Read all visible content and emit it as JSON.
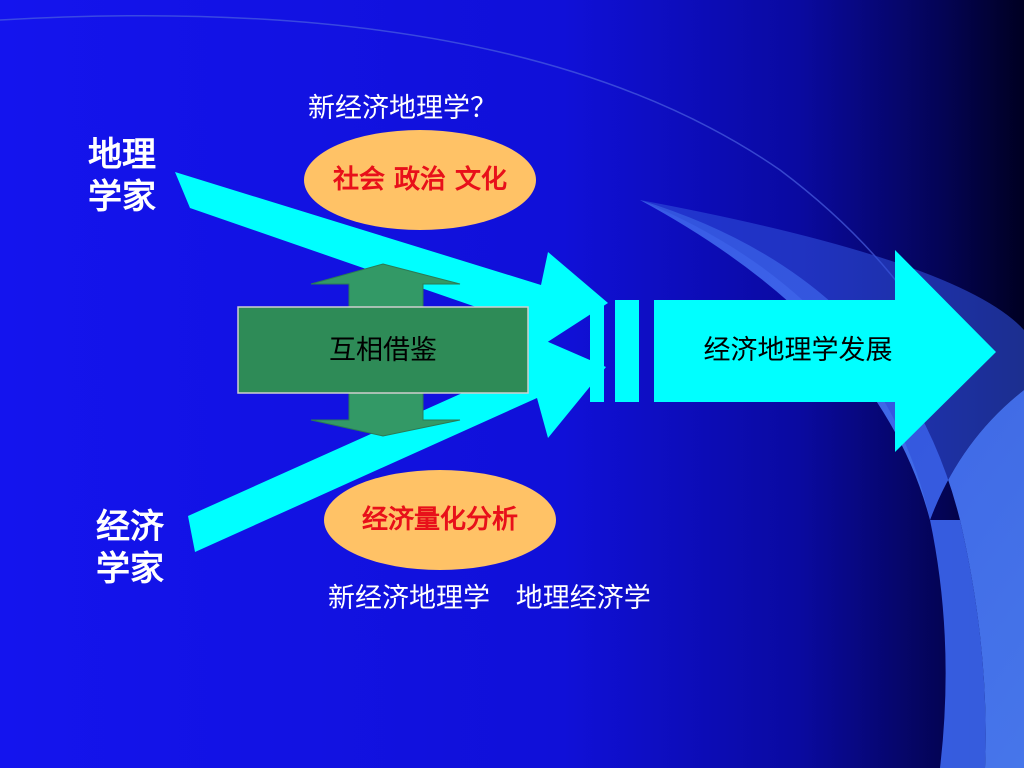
{
  "slide": {
    "question_title": "新经济地理学？",
    "actor_geographers": [
      "地理",
      "学家"
    ],
    "actor_economists": [
      "经济",
      "学家"
    ],
    "oval_top_label": "社会 政治 文化",
    "oval_bottom_label": "经济量化分析",
    "center_box_label": "互相借鉴",
    "result_arrow_label": "经济地理学发展",
    "bottom_caption": "新经济地理学   地理经济学"
  },
  "colors": {
    "background_blue": "#1212e6",
    "background_dark": "#000033",
    "curve_light_blue": "#4a78f0",
    "arrow_cyan": "#00ffff",
    "oval_fill": "#ffc266",
    "center_box_fill": "#2e8b57",
    "double_arrow_fill": "#339966",
    "oval_text_red": "#e8101a",
    "text_white": "#ffffff"
  }
}
